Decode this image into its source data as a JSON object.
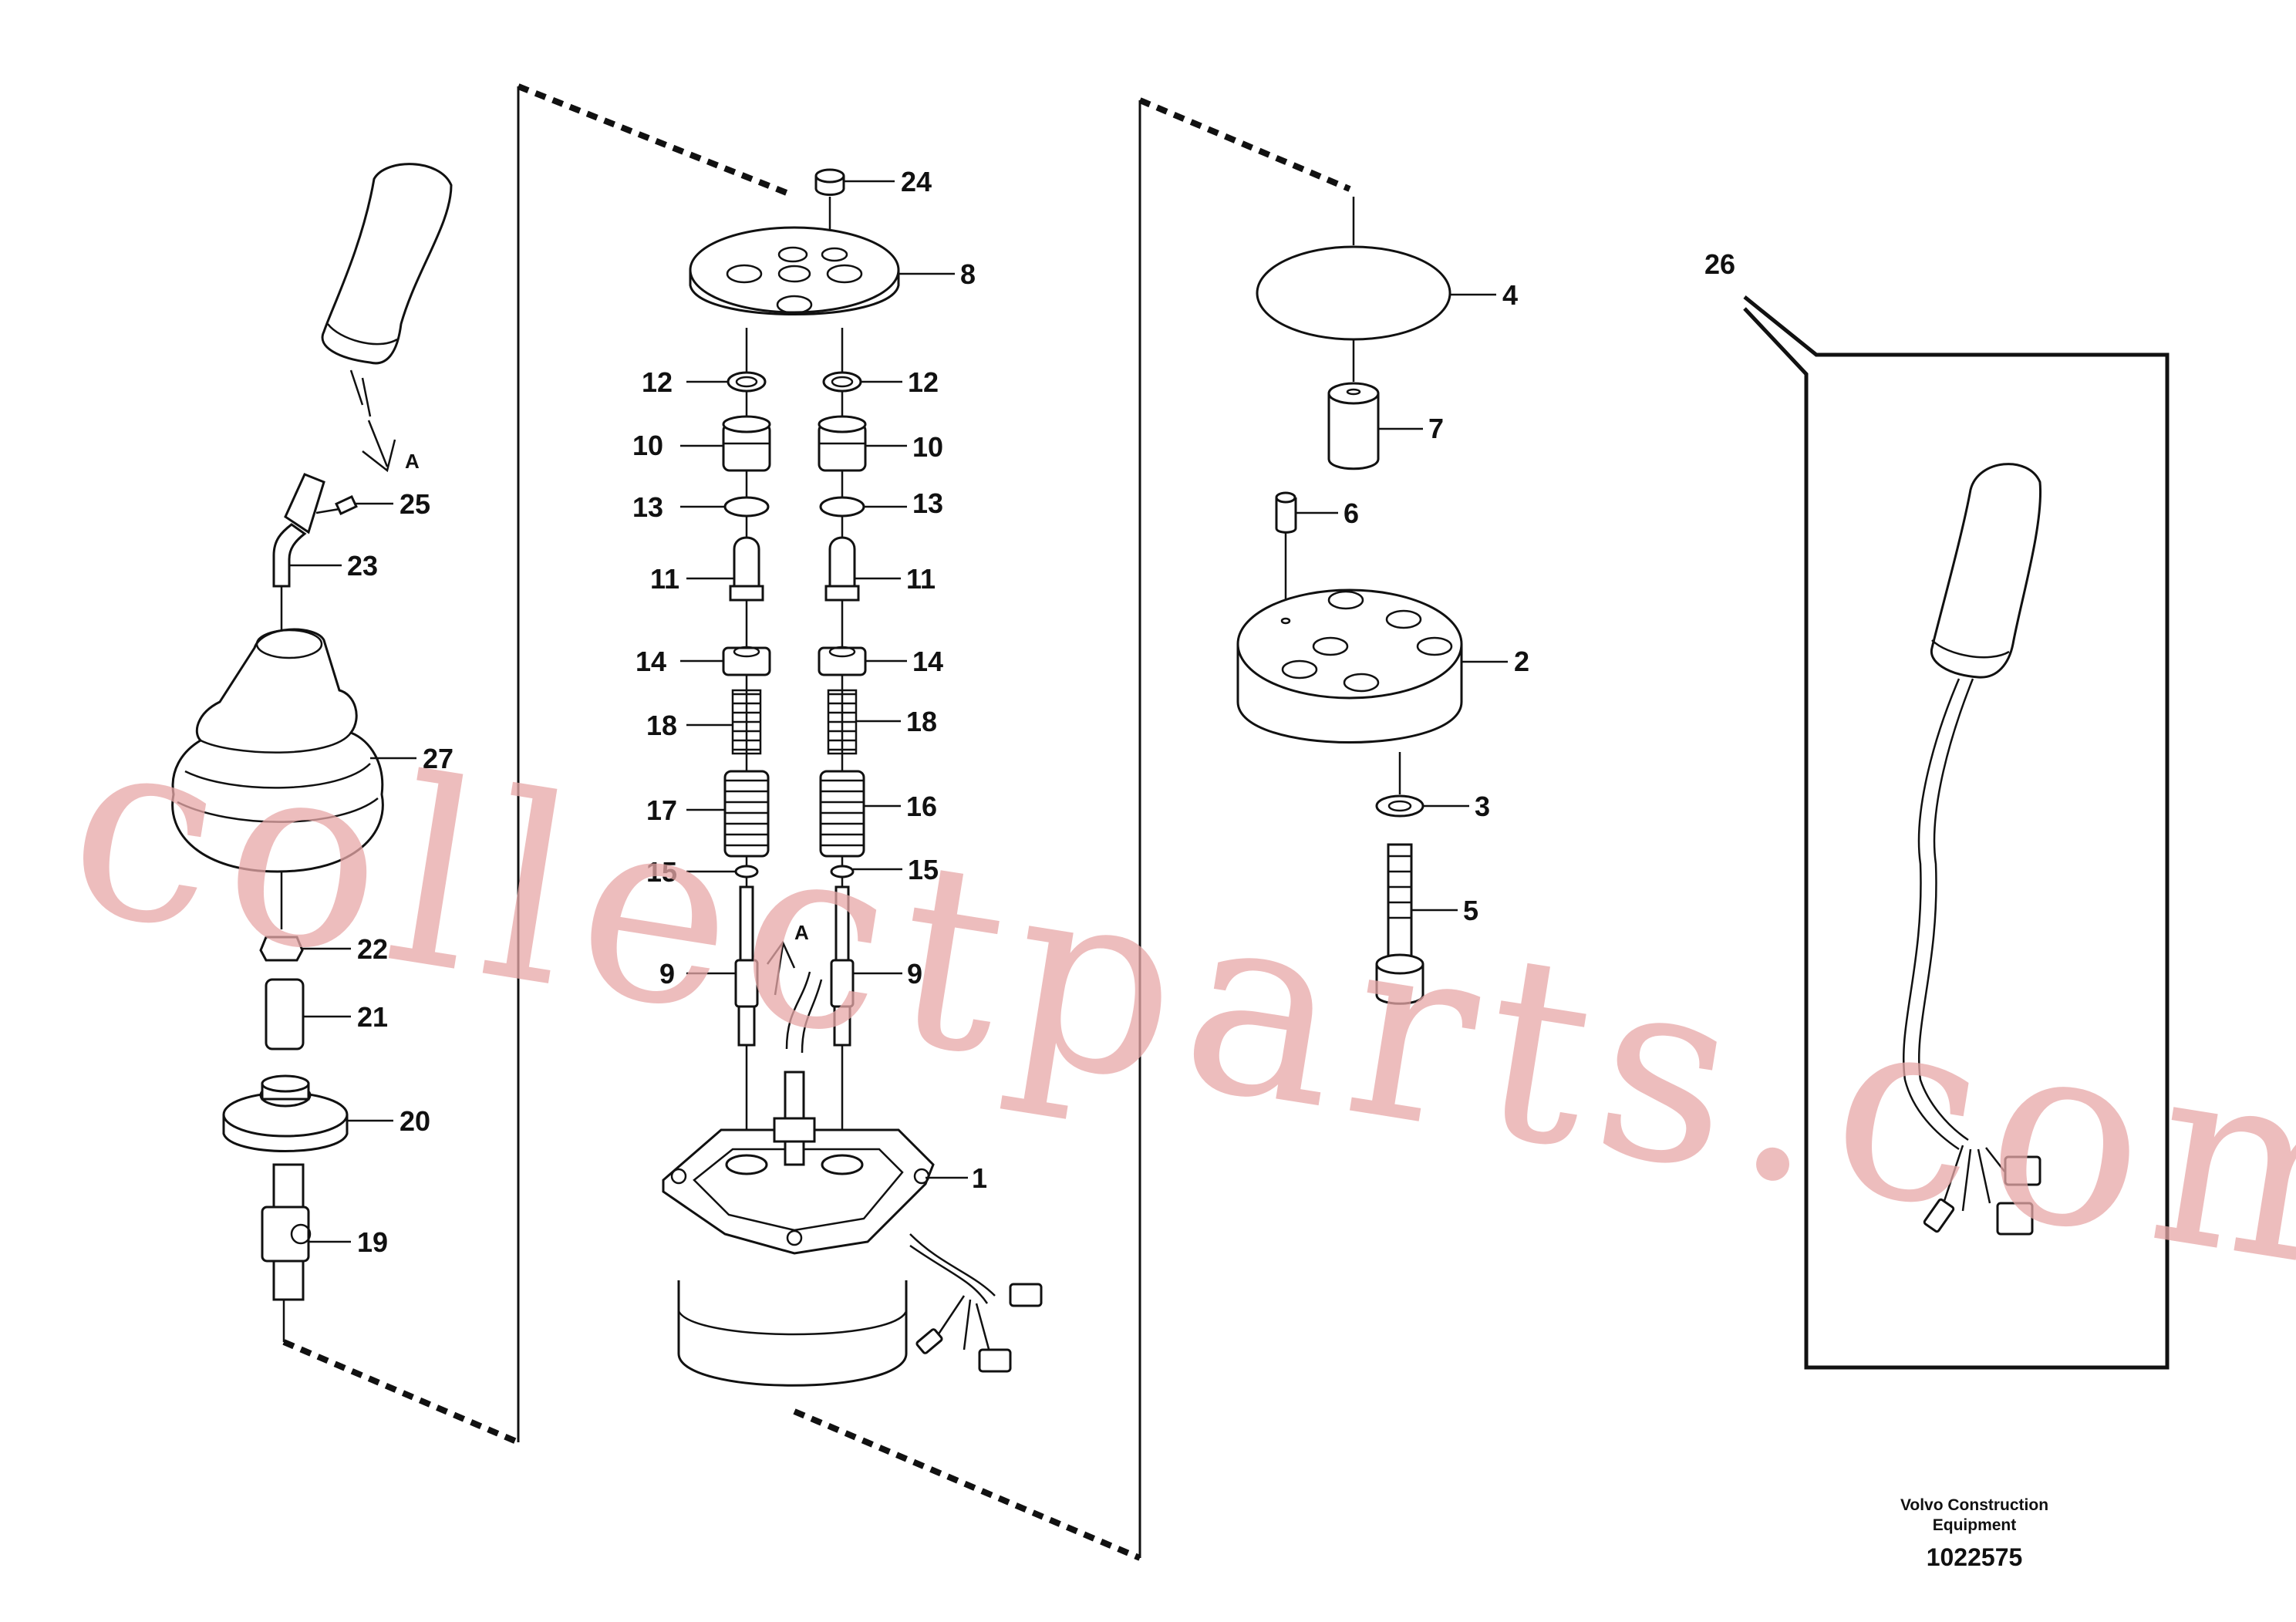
{
  "diagram": {
    "watermark": "collectparts.com",
    "brand_line1": "Volvo Construction",
    "brand_line2": "Equipment",
    "doc_number": "1022575",
    "view_marker": "A",
    "part_labels": {
      "p1": "1",
      "p2": "2",
      "p3": "3",
      "p4": "4",
      "p5": "5",
      "p6": "6",
      "p7": "7",
      "p8": "8",
      "p9a": "9",
      "p9b": "9",
      "p10a": "10",
      "p10b": "10",
      "p11a": "11",
      "p11b": "11",
      "p12a": "12",
      "p12b": "12",
      "p13a": "13",
      "p13b": "13",
      "p14a": "14",
      "p14b": "14",
      "p15a": "15",
      "p15b": "15",
      "p16": "16",
      "p17": "17",
      "p18a": "18",
      "p18b": "18",
      "p19": "19",
      "p20": "20",
      "p21": "21",
      "p22": "22",
      "p23": "23",
      "p24": "24",
      "p25": "25",
      "p26": "26",
      "p27": "27"
    }
  }
}
